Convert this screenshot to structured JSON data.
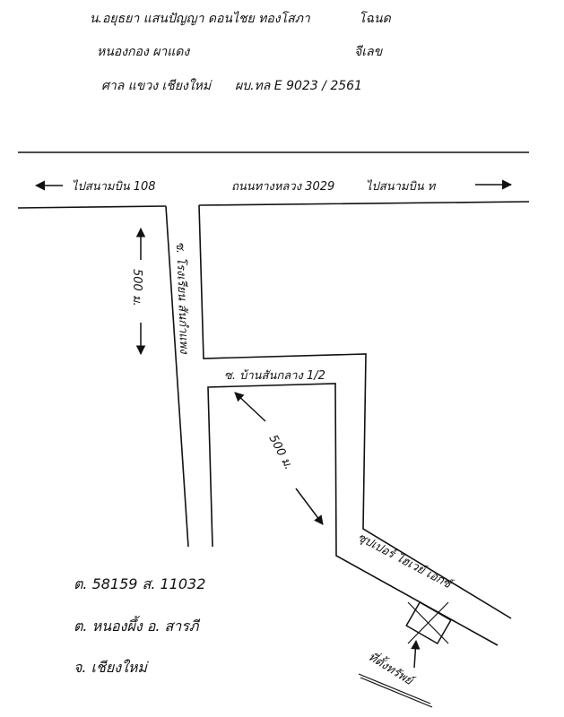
{
  "header": {
    "line1_left": "น.อยุธยา แสนปัญญา ดอนไชย ทองโสภา",
    "line1_right": "โฉนด",
    "line2_left": "หนองกอง ผาแดง",
    "line2_right": "จีเลข",
    "line3_left": "ศาล แขวง เชียงใหม่",
    "line3_right": "ผบ.ทล E 9023 / 2561"
  },
  "main_road": {
    "left_label": "ไปสนามบิน 108",
    "center_label": "ถนนทางหลวง 3029",
    "right_label": "ไปสนามบิน ท"
  },
  "distances": {
    "vertical": "500 ม.",
    "diagonal": "500 ม."
  },
  "soi_labels": {
    "vertical_soi": "ซ. โรงเรียน สันกำแพง",
    "branch_soi": "ซ. บ้านสันกลาง 1/2",
    "diagonal_soi": "ซุปเปอร์ ไฮเวย์ เอกซ์"
  },
  "target_label": "ที่ตั้งทรัพย์",
  "address": {
    "line1": "ต. 58159   ส. 11032",
    "line2": "ต. หนองผึ้ง   อ. สารภี",
    "line3": "จ. เชียงใหม่"
  },
  "colors": {
    "ink": "#111111",
    "paper": "#ffffff"
  }
}
